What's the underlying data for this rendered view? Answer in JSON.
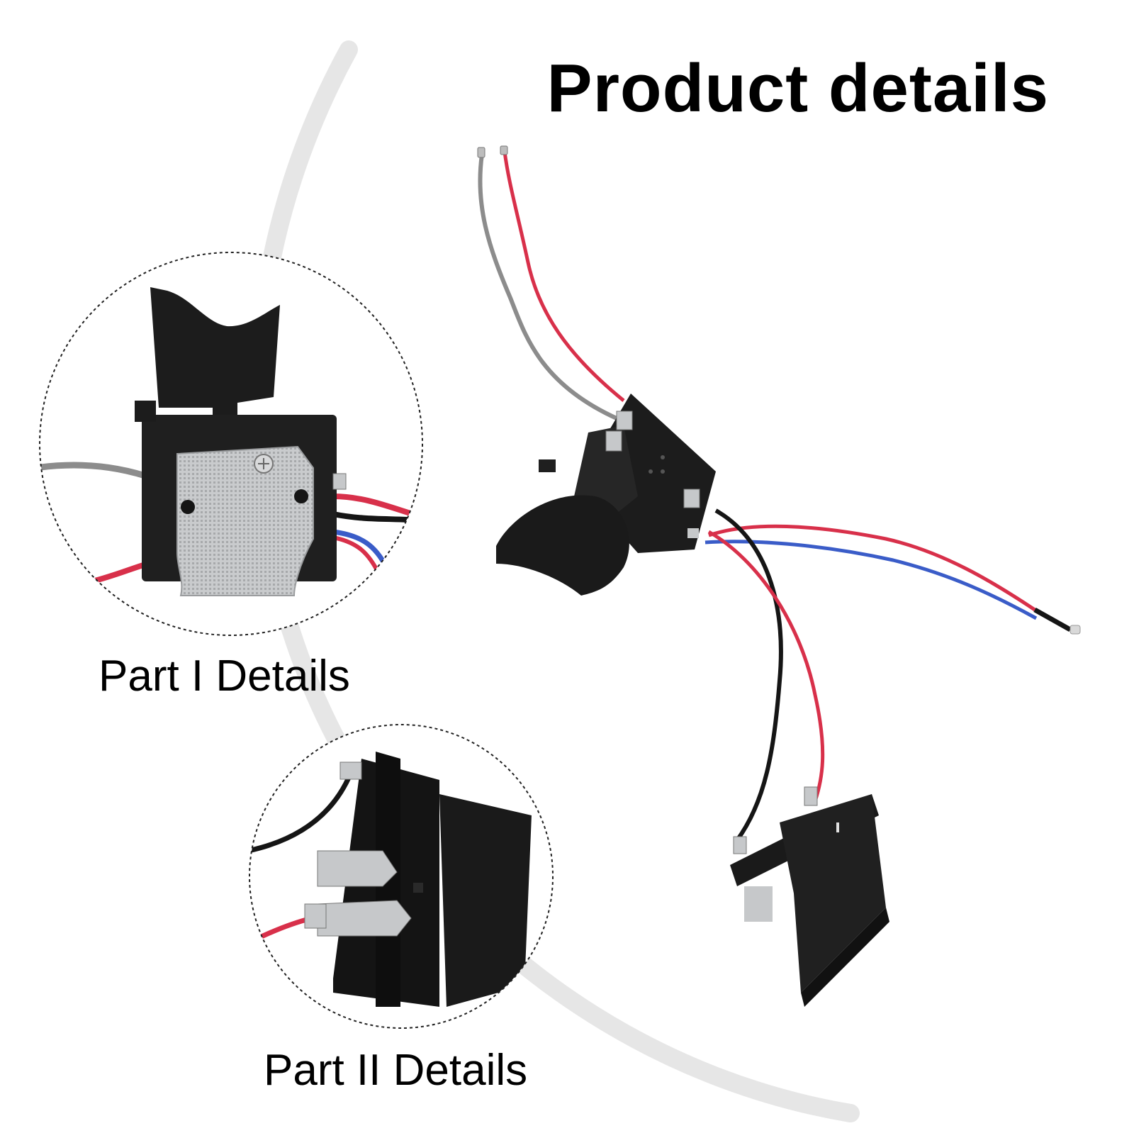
{
  "page": {
    "title": "Product details",
    "part1_label": "Part I Details",
    "part2_label": "Part II Details"
  },
  "colors": {
    "background": "#ffffff",
    "arc": "#e6e6e6",
    "plastic": "#1c1c1c",
    "metal": "#c6c8ca",
    "wire_red": "#d8304a",
    "wire_gray": "#8c8c8c",
    "wire_blue": "#3a5cc8",
    "wire_black": "#151515"
  },
  "icons": {
    "trigger_switch": "trigger-switch-illustration",
    "terminal_block": "battery-terminal-illustration"
  }
}
